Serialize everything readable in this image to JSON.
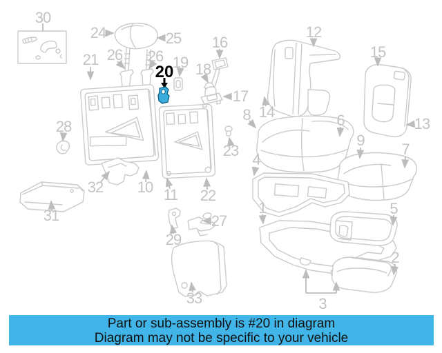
{
  "diagram": {
    "type": "parts-diagram",
    "subject": "rear-seat-assembly",
    "line_color": "#cacaca",
    "label_color": "#c3c3c3",
    "highlight_color": "#3aabdc",
    "highlighted_part": "20"
  },
  "callouts": {
    "c1": {
      "label": "1"
    },
    "c2": {
      "label": "2"
    },
    "c3": {
      "label": "3"
    },
    "c4": {
      "label": "4"
    },
    "c5": {
      "label": "5"
    },
    "c6": {
      "label": "6"
    },
    "c7": {
      "label": "7"
    },
    "c8": {
      "label": "8"
    },
    "c9": {
      "label": "9"
    },
    "c10": {
      "label": "10"
    },
    "c11": {
      "label": "11"
    },
    "c12": {
      "label": "12"
    },
    "c13": {
      "label": "13"
    },
    "c14": {
      "label": "14"
    },
    "c15": {
      "label": "15"
    },
    "c16": {
      "label": "16"
    },
    "c17": {
      "label": "17"
    },
    "c18": {
      "label": "18"
    },
    "c19": {
      "label": "19"
    },
    "c20": {
      "label": "20"
    },
    "c21": {
      "label": "21"
    },
    "c22": {
      "label": "22"
    },
    "c23": {
      "label": "23"
    },
    "c24": {
      "label": "24"
    },
    "c25": {
      "label": "25"
    },
    "c26": {
      "label": "26"
    },
    "c27": {
      "label": "27"
    },
    "c28": {
      "label": "28"
    },
    "c29": {
      "label": "29"
    },
    "c30": {
      "label": "30"
    },
    "c31": {
      "label": "31"
    },
    "c32": {
      "label": "32"
    },
    "c33": {
      "label": "33"
    }
  },
  "banner": {
    "line1": "Part or sub-assembly is #20 in diagram",
    "line2": "Diagram may not be specific to your vehicle",
    "bg_color": "#42b5e8",
    "text_color": "#101010"
  }
}
